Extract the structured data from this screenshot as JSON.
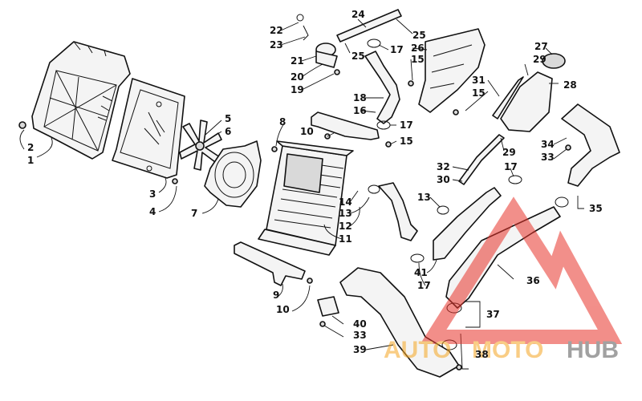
{
  "callouts": [
    {
      "id": "c1",
      "label": "1"
    },
    {
      "id": "c2",
      "label": "2"
    },
    {
      "id": "c3",
      "label": "3"
    },
    {
      "id": "c4",
      "label": "4"
    },
    {
      "id": "c5",
      "label": "5"
    },
    {
      "id": "c6",
      "label": "6"
    },
    {
      "id": "c7",
      "label": "7"
    },
    {
      "id": "c8",
      "label": "8"
    },
    {
      "id": "c9",
      "label": "9"
    },
    {
      "id": "c10a",
      "label": "10"
    },
    {
      "id": "c10b",
      "label": "10"
    },
    {
      "id": "c11",
      "label": "11"
    },
    {
      "id": "c12",
      "label": "12"
    },
    {
      "id": "c13a",
      "label": "13"
    },
    {
      "id": "c13b",
      "label": "13"
    },
    {
      "id": "c14",
      "label": "14"
    },
    {
      "id": "c15a",
      "label": "15"
    },
    {
      "id": "c15b",
      "label": "15"
    },
    {
      "id": "c15c",
      "label": "15"
    },
    {
      "id": "c16",
      "label": "16"
    },
    {
      "id": "c17a",
      "label": "17"
    },
    {
      "id": "c17b",
      "label": "17"
    },
    {
      "id": "c17c",
      "label": "17"
    },
    {
      "id": "c17d",
      "label": "17"
    },
    {
      "id": "c18",
      "label": "18"
    },
    {
      "id": "c19",
      "label": "19"
    },
    {
      "id": "c20",
      "label": "20"
    },
    {
      "id": "c21",
      "label": "21"
    },
    {
      "id": "c22",
      "label": "22"
    },
    {
      "id": "c23",
      "label": "23"
    },
    {
      "id": "c24",
      "label": "24"
    },
    {
      "id": "c25a",
      "label": "25"
    },
    {
      "id": "c25b",
      "label": "25"
    },
    {
      "id": "c26",
      "label": "26"
    },
    {
      "id": "c27",
      "label": "27"
    },
    {
      "id": "c28",
      "label": "28"
    },
    {
      "id": "c29a",
      "label": "29"
    },
    {
      "id": "c29b",
      "label": "29"
    },
    {
      "id": "c30",
      "label": "30"
    },
    {
      "id": "c31",
      "label": "31"
    },
    {
      "id": "c32",
      "label": "32"
    },
    {
      "id": "c33a",
      "label": "33"
    },
    {
      "id": "c33b",
      "label": "33"
    },
    {
      "id": "c34",
      "label": "34"
    },
    {
      "id": "c35",
      "label": "35"
    },
    {
      "id": "c36",
      "label": "36"
    },
    {
      "id": "c37",
      "label": "37"
    },
    {
      "id": "c38",
      "label": "38"
    },
    {
      "id": "c39",
      "label": "39"
    },
    {
      "id": "c40",
      "label": "40"
    },
    {
      "id": "c41",
      "label": "41"
    }
  ],
  "watermark": {
    "part1": "AUTO",
    "part2": "MOTO",
    "part3": "HUB",
    "color_orange": "#f5a623",
    "color_gray": "#555555",
    "color_red": "#e8332a"
  }
}
